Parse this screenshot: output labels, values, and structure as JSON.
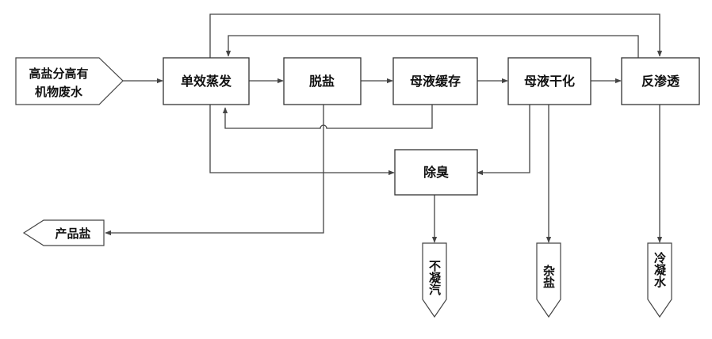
{
  "diagram": {
    "input_label": [
      "高盐分高有",
      "机物废水"
    ],
    "nodes": {
      "single_effect_evaporation": "单效蒸发",
      "desalting": "脱盐",
      "mother_liquor_buffer": "母液缓存",
      "mother_liquor_drying": "母液干化",
      "reverse_osmosis": "反渗透",
      "deodorization": "除臭"
    },
    "outputs": {
      "product_salt": "产品盐",
      "non_condensable_gas": "不凝汽",
      "mixed_salt": "杂盐",
      "condensate_water": "冷凝水"
    }
  }
}
